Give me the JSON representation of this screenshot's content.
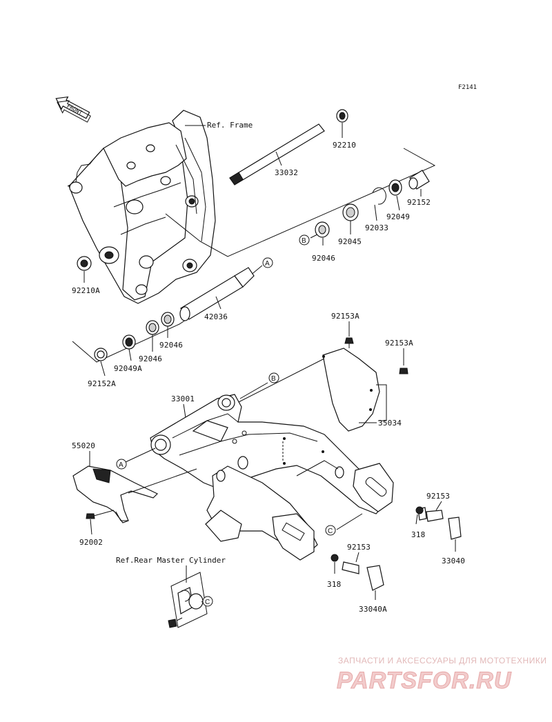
{
  "diagram_code": "F2141",
  "front_label": "FRONT",
  "ref_frame": "Ref. Frame",
  "ref_rear_master_cylinder": "Ref.Rear Master Cylinder",
  "watermark": {
    "tagline": "ЗАПЧАСТИ И АКСЕССУАРЫ ДЛЯ МОТОТЕХНИКИ",
    "logo_text": "PARTSFOR.RU",
    "color": "#e8a0a0"
  },
  "callouts": [
    "A",
    "B",
    "C"
  ],
  "parts": {
    "p92210": "92210",
    "p33032": "33032",
    "p92152": "92152",
    "p92049": "92049",
    "p92033": "92033",
    "p92045": "92045",
    "p92046_top": "92046",
    "p92210A": "92210A",
    "p42036": "42036",
    "p92046_a": "92046",
    "p92046_b": "92046",
    "p92049A": "92049A",
    "p92152A": "92152A",
    "p92153A_a": "92153A",
    "p92153A_b": "92153A",
    "p33001": "33001",
    "p35034": "35034",
    "p55020": "55020",
    "p92002": "92002",
    "p92153_a": "92153",
    "p318_a": "318",
    "p33040": "33040",
    "p92153_b": "92153",
    "p318_b": "318",
    "p33040A": "33040A"
  }
}
